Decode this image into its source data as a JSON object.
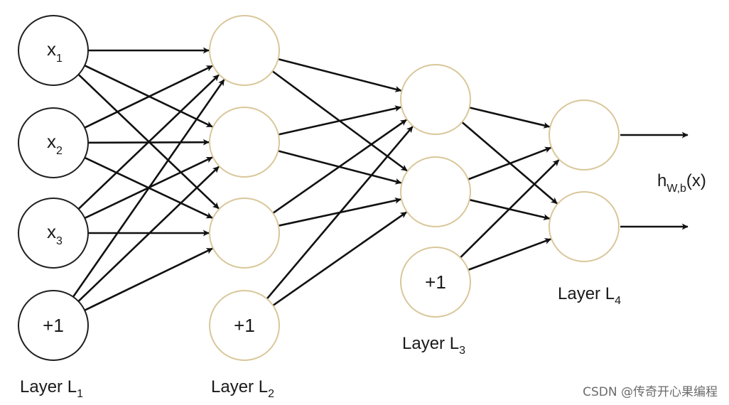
{
  "diagram": {
    "colors": {
      "input_node_stroke": "#1f1f1f",
      "hidden_node_stroke": "#d9c79a",
      "edge": "#111111",
      "text": "#1a1a1a",
      "watermark": "#6b6b6b"
    },
    "layers": [
      {
        "label": "Layer L",
        "label_sub": "1",
        "nodes": [
          {
            "text": "x",
            "sub": "1"
          },
          {
            "text": "x",
            "sub": "2"
          },
          {
            "text": "x",
            "sub": "3"
          },
          {
            "text": "+1",
            "sub": "",
            "bias": true
          }
        ]
      },
      {
        "label": "Layer L",
        "label_sub": "2",
        "nodes": [
          {
            "text": "",
            "sub": ""
          },
          {
            "text": "",
            "sub": ""
          },
          {
            "text": "",
            "sub": ""
          },
          {
            "text": "+1",
            "sub": "",
            "bias": true
          }
        ]
      },
      {
        "label": "Layer L",
        "label_sub": "3",
        "nodes": [
          {
            "text": "",
            "sub": ""
          },
          {
            "text": "",
            "sub": ""
          },
          {
            "text": "+1",
            "sub": "",
            "bias": true
          }
        ]
      },
      {
        "label": "Layer L",
        "label_sub": "4",
        "nodes": [
          {
            "text": "",
            "sub": ""
          },
          {
            "text": "",
            "sub": ""
          }
        ]
      }
    ],
    "output_label": {
      "text": "h",
      "sub": "W,b",
      "suffix": "(x)"
    },
    "watermark": "CSDN @传奇开心果编程"
  }
}
